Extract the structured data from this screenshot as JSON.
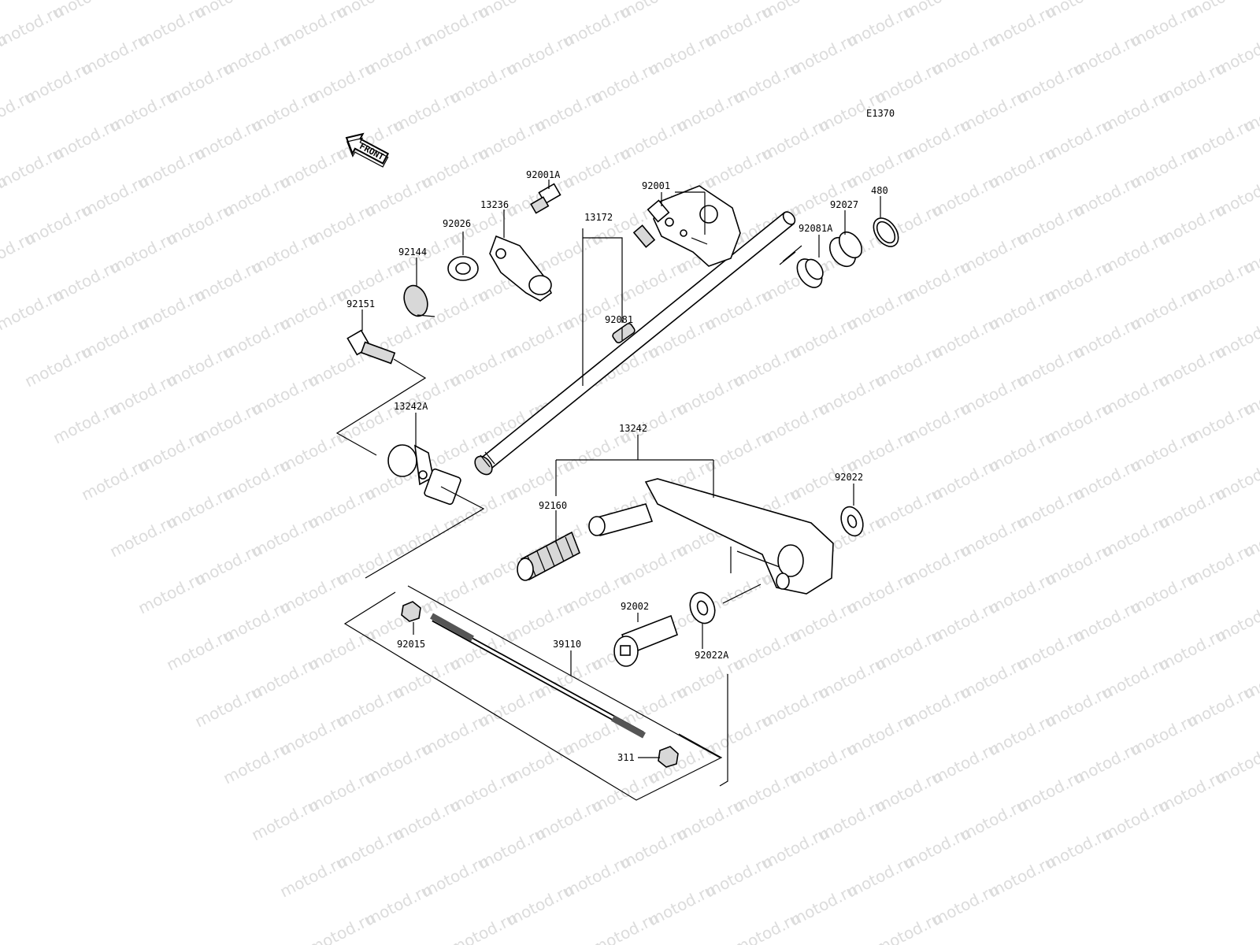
{
  "diagram_code": "E1370",
  "front_label": "FRONT",
  "watermark": "motod.ru",
  "parts": {
    "p92001A": "92001A",
    "p13236": "13236",
    "p92026": "92026",
    "p92144": "92144",
    "p92151": "92151",
    "p92001": "92001",
    "p92027": "92027",
    "p480": "480",
    "p92081A": "92081A",
    "p13172": "13172",
    "p92081": "92081",
    "p13242A": "13242A",
    "p13242": "13242",
    "p92022": "92022",
    "p92160": "92160",
    "p92002": "92002",
    "p92022A": "92022A",
    "p92015": "92015",
    "p39110": "39110",
    "p311": "311"
  }
}
